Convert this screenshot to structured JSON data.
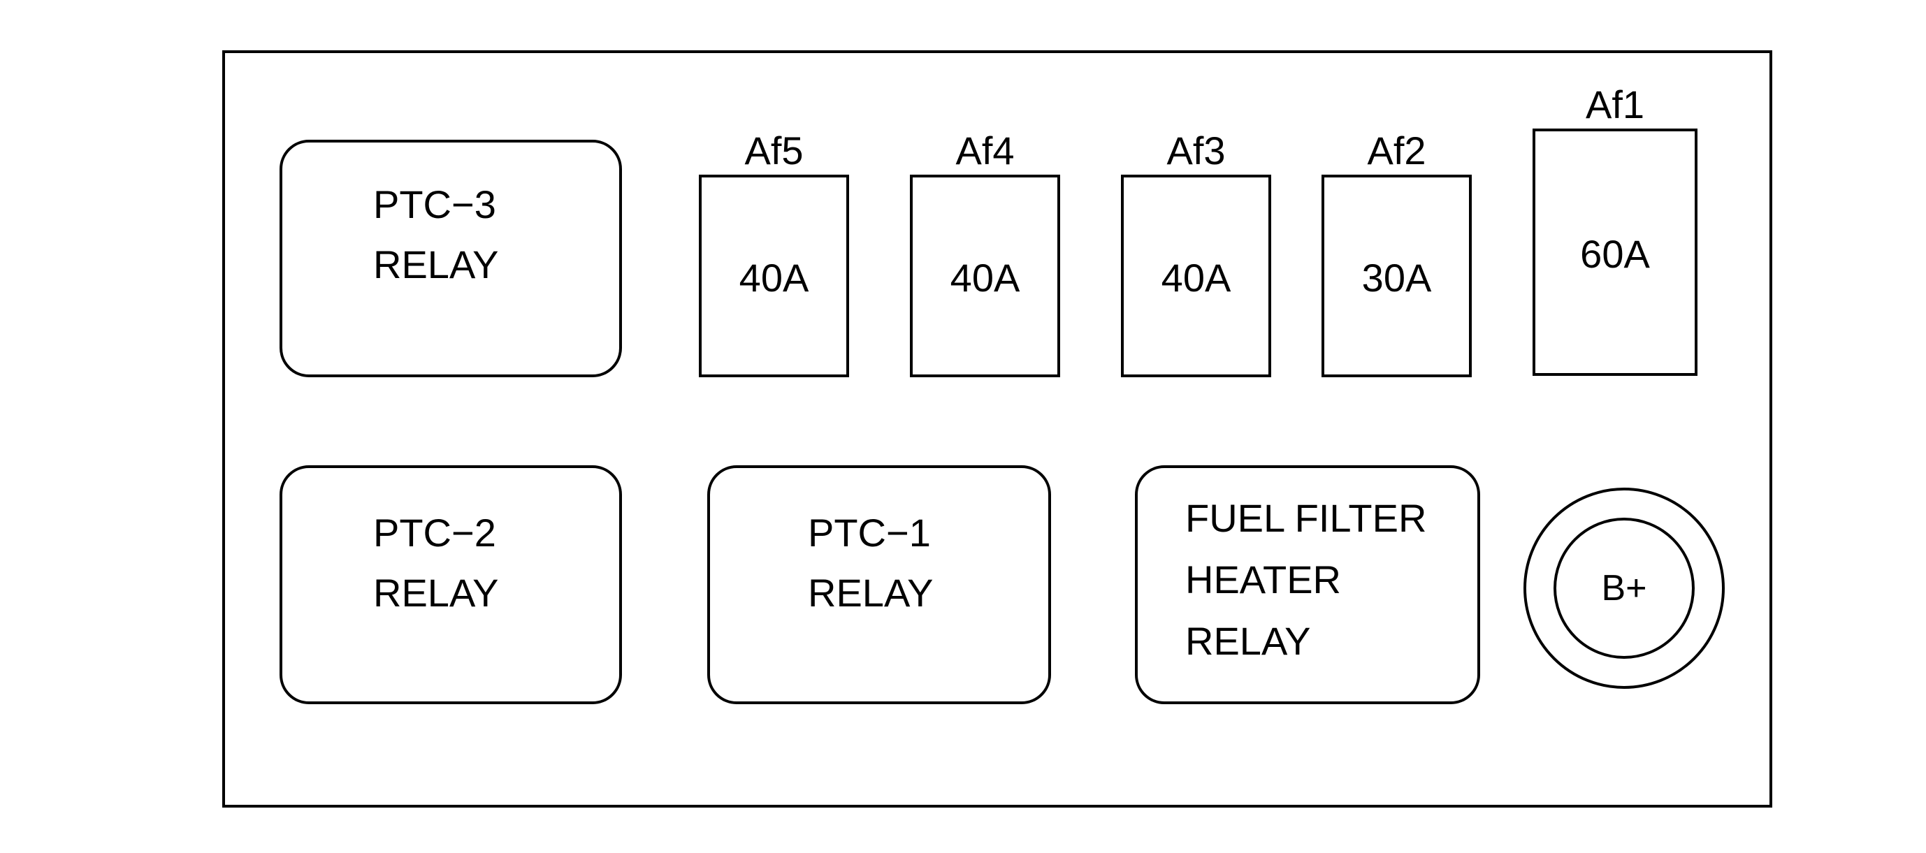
{
  "relays": {
    "ptc3": {
      "lines": [
        "PTC−3",
        "RELAY"
      ]
    },
    "ptc2": {
      "lines": [
        "PTC−2",
        "RELAY"
      ]
    },
    "ptc1": {
      "lines": [
        "PTC−1",
        "RELAY"
      ]
    },
    "fuel_filter_heater": {
      "lines": [
        "FUEL FILTER",
        "HEATER",
        "RELAY"
      ]
    }
  },
  "fuses": [
    {
      "id": "Af5",
      "rating": "40A"
    },
    {
      "id": "Af4",
      "rating": "40A"
    },
    {
      "id": "Af3",
      "rating": "40A"
    },
    {
      "id": "Af2",
      "rating": "30A"
    },
    {
      "id": "Af1",
      "rating": "60A"
    }
  ],
  "terminal": {
    "label": "B+"
  }
}
